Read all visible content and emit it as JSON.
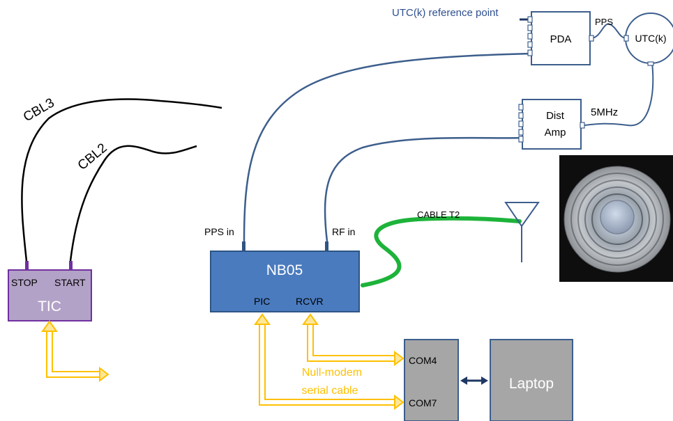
{
  "labels": {
    "ref_point": "UTC(k) reference point",
    "pda": "PDA",
    "pps": "PPS",
    "utck": "UTC(k)",
    "dist_line1": "Dist",
    "dist_line2": "Amp",
    "fivemhz": "5MHz",
    "cbl3": "CBL3",
    "cbl2": "CBL2",
    "pps_in": "PPS in",
    "rf_in": "RF in",
    "cable_t2": "CABLE T2",
    "nb05": "NB05",
    "pic": "PIC",
    "rcvr": "RCVR",
    "stop": "STOP",
    "start": "START",
    "tic": "TIC",
    "null_modem_1": "Null-modem",
    "null_modem_2": "serial cable",
    "com4": "COM4",
    "com7": "COM7",
    "laptop": "Laptop"
  },
  "colors": {
    "blue_line": "#3c5e8c",
    "text_blue": "#2f4f8f",
    "nb05_fill": "#4a7bbf",
    "nb05_stroke": "#2e5584",
    "tic_fill": "#b3a2c7",
    "tic_stroke": "#7030a0",
    "gray_box": "#a6a6a6",
    "gray_stroke": "#3c5e8c",
    "green": "#1db33a",
    "arrow_yellow": "#ffc000",
    "arrow_light": "#ffe699",
    "null_modem_text": "#ffc000"
  },
  "photo": {
    "description_icon": "antenna-photo"
  }
}
